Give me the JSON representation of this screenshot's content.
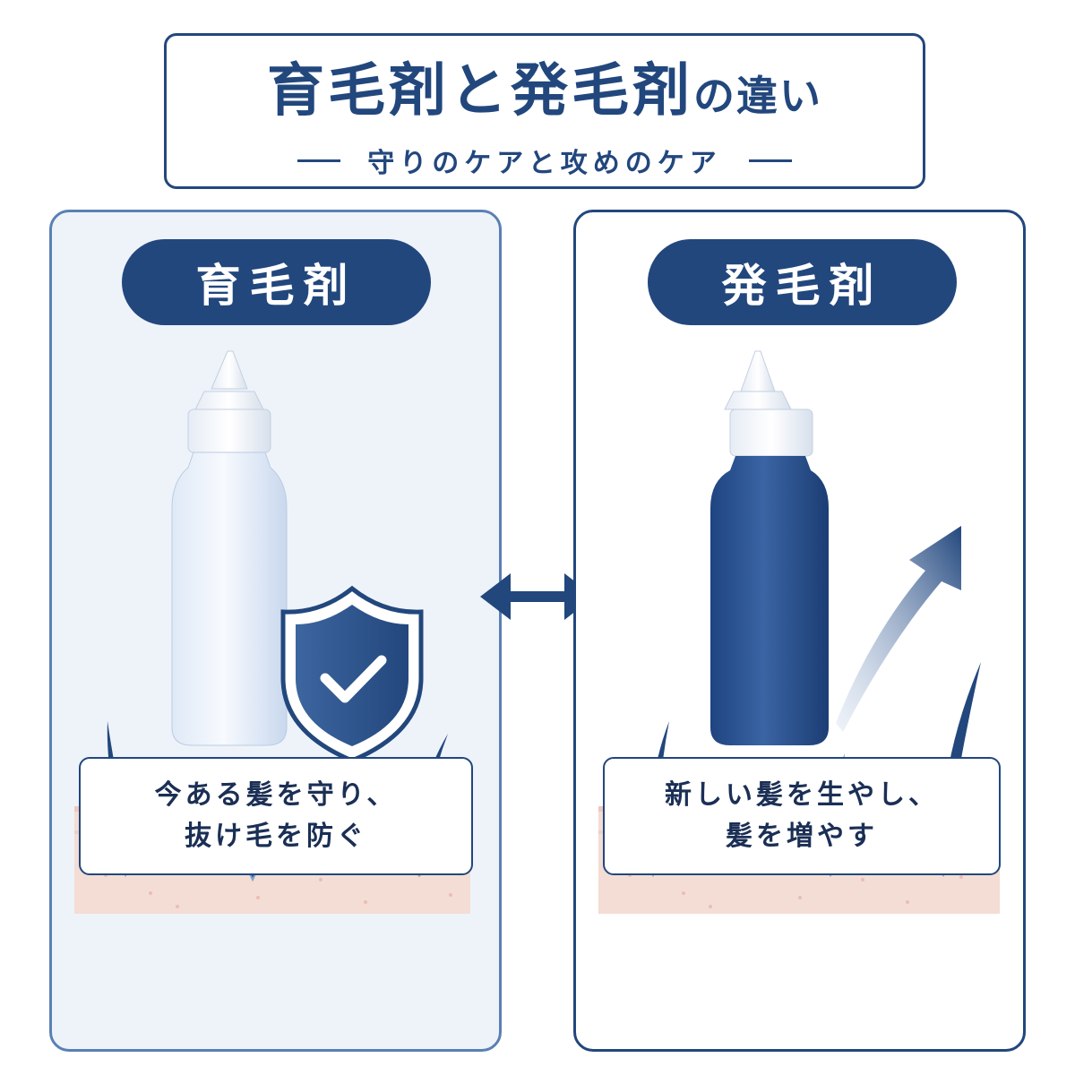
{
  "header": {
    "title_main": "育毛剤と発毛剤",
    "title_suffix": "の違い",
    "subtitle": "守りのケアと攻めのケア"
  },
  "left": {
    "label": "育毛剤",
    "desc_line1": "今ある髪を守り、",
    "desc_line2": "抜け毛を防ぐ",
    "icon": "shield-check-icon"
  },
  "right": {
    "label": "発毛剤",
    "desc_line1": "新しい髪を生やし、",
    "desc_line2": "髪を増やす",
    "icon": "growth-arrow-icon"
  },
  "colors": {
    "navy": "#22477d",
    "light_panel": "#eef3fa",
    "skin": "#f5d9cf"
  }
}
